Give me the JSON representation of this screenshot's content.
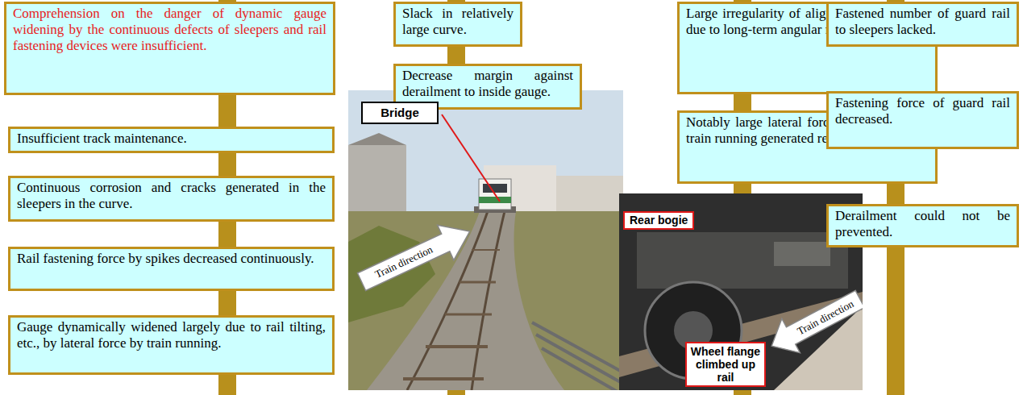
{
  "diagram": {
    "nodes": [
      {
        "text": [
          "Comprehension on the danger of dynamic gauge widening by the continuous defects of sleepers and rail fastening devices were insufficient."
        ]
      },
      {
        "text": [
          "Insufficient track maintenance."
        ]
      },
      {
        "text": [
          "Continuous corrosion and cracks generated in the sleepers in the curve."
        ]
      },
      {
        "text": [
          "Rail fastening force by spikes decreased continuously."
        ]
      },
      {
        "text": [
          "Gauge dynamically widened largely due to rail tilting, etc., by lateral force by train running."
        ]
      },
      {
        "text": [
          "Slack in relatively large curve."
        ]
      },
      {
        "text": [
          "Decrease margin against derailment to inside gauge."
        ]
      },
      {
        "text": [
          "Large irregularity of alignment in rail joint due to long-term angular rotation."
        ]
      },
      {
        "text": [
          "Notably large lateral force accompanied to train running generated repeatedly."
        ]
      },
      {
        "text": [
          "Fastened number of guard rail to sleepers lacked."
        ]
      },
      {
        "text": [
          "Fastening force of guard rail decreased."
        ]
      },
      {
        "text": [
          "Derailment could not be prevented."
        ]
      }
    ],
    "edges": [
      {
        "from": 0,
        "to": 1,
        "arrow": "none"
      },
      {
        "from": 1,
        "to": 2,
        "arrow": "none"
      },
      {
        "from": 2,
        "to": 3,
        "arrow": "none"
      },
      {
        "from": 3,
        "to": 4,
        "arrow": "none"
      },
      {
        "from": 5,
        "to": 6,
        "arrow": "none"
      },
      {
        "from": 7,
        "to": 8,
        "arrow": "none"
      },
      {
        "from": 9,
        "to": 10,
        "arrow": "none"
      },
      {
        "from": 10,
        "to": 11,
        "arrow": "none"
      }
    ],
    "labels": [
      "Bridge",
      "Train direction",
      "Rear bogie",
      "Wheel flange climbed up rail",
      "Train direction"
    ]
  }
}
